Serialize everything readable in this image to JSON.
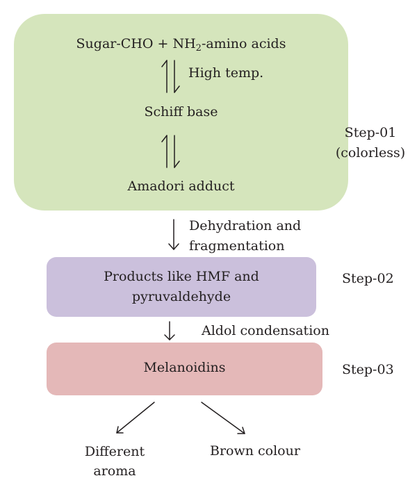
{
  "step1": {
    "reactant_prefix": "Sugar-CHO + NH",
    "reactant_subscript": "2",
    "reactant_suffix": "-amino acids",
    "condition": "High temp.",
    "intermediate": "Schiff base",
    "product": "Amadori adduct",
    "label": "Step-01",
    "sublabel": "(colorless)",
    "color": "#d5e5bc"
  },
  "transition1": {
    "label_line1": "Dehydration and",
    "label_line2": "fragmentation"
  },
  "step2": {
    "text_line1": "Products like HMF and",
    "text_line2": "pyruvaldehyde",
    "label": "Step-02",
    "color": "#cbc0dc"
  },
  "transition2": {
    "label": "Aldol condensation"
  },
  "step3": {
    "text": "Melanoidins",
    "label": "Step-03",
    "color": "#e4b8b8"
  },
  "outcomes": {
    "left_line1": "Different",
    "left_line2": "aroma",
    "right": "Brown colour"
  }
}
